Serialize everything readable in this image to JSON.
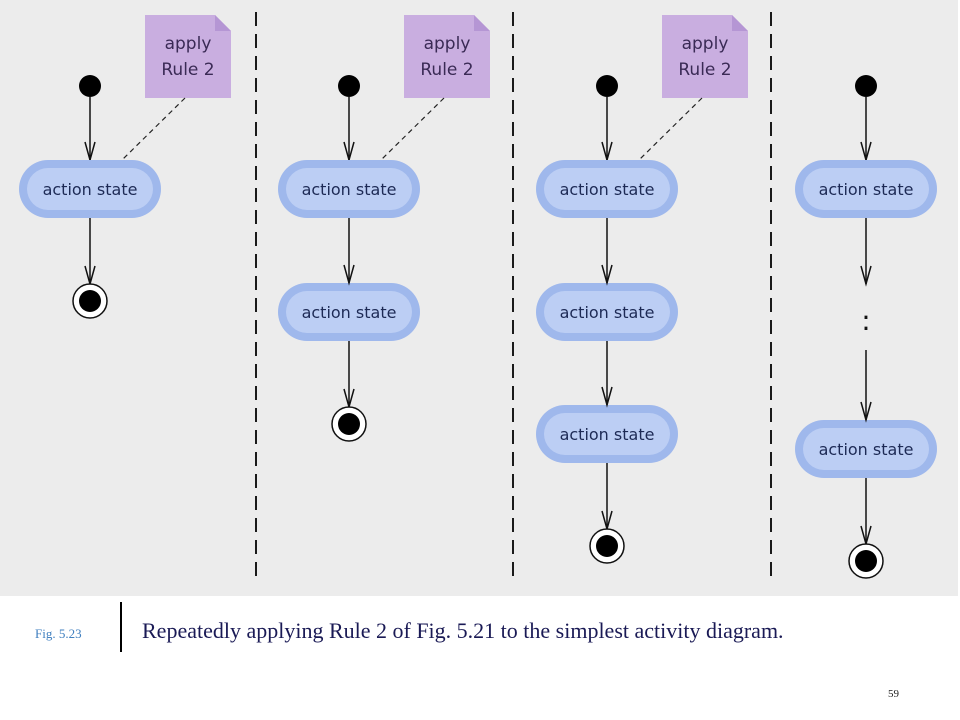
{
  "caption": {
    "figure_number": "Fig. 5.23",
    "text": "Repeatedly applying Rule 2 of Fig. 5.21 to the simplest activity diagram."
  },
  "page_number": "59",
  "diagrams": [
    {
      "note": [
        "apply",
        "Rule 2"
      ],
      "states": [
        "action state"
      ]
    },
    {
      "note": [
        "apply",
        "Rule 2"
      ],
      "states": [
        "action state",
        "action state"
      ]
    },
    {
      "note": [
        "apply",
        "Rule 2"
      ],
      "states": [
        "action state",
        "action state",
        "action state"
      ]
    },
    {
      "note": null,
      "states": [
        "action state",
        "action state"
      ],
      "ellipsis": ":"
    }
  ],
  "colors": {
    "panel_background": "#ececec",
    "state_outer": "#9fb8ec",
    "state_inner": "#c6d6f7",
    "note_fill": "#c9aee0",
    "separator": "#1a1a1a"
  }
}
